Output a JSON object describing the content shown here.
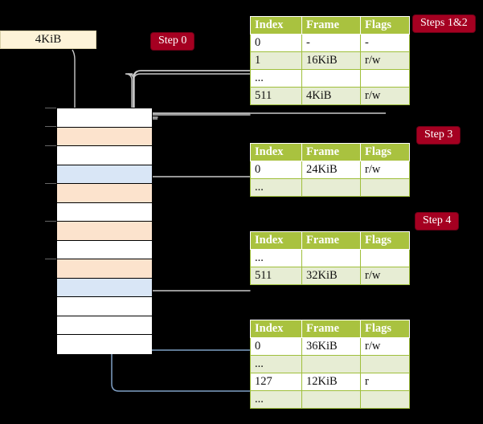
{
  "diagram": {
    "title_free": "",
    "request_box": {
      "label": "4KiB"
    },
    "badges": {
      "step0": "Step 0",
      "steps12": "Steps 1&2",
      "step3": "Step 3",
      "step4": "Step 4"
    },
    "colors": {
      "badge_bg": "#a50021",
      "badge_text": "#ffffff",
      "table_header_bg": "#a9c23f",
      "table_alt_row_bg": "#e7edd4",
      "table_border": "#9fbf3b",
      "highlight_cell_bg": "#fcfbae",
      "request_box_bg": "#fdf3d8",
      "memory_peach": "#fce3cd",
      "memory_blue": "#d9e6f6",
      "wire_gray": "#c9c9c9",
      "wire_blue": "#7f9fc4",
      "background": "#000000"
    },
    "memory": {
      "name": "physical-memory-column",
      "rows": [
        {
          "fill": "white"
        },
        {
          "fill": "peach"
        },
        {
          "fill": "white"
        },
        {
          "fill": "blue"
        },
        {
          "fill": "peach"
        },
        {
          "fill": "white"
        },
        {
          "fill": "peach"
        },
        {
          "fill": "white"
        },
        {
          "fill": "peach"
        },
        {
          "fill": "blue"
        },
        {
          "fill": "white"
        },
        {
          "fill": "white"
        },
        {
          "fill": "white"
        }
      ]
    },
    "tables": [
      {
        "name": "page-table-level-1",
        "columns": [
          "Index",
          "Frame",
          "Flags"
        ],
        "rows": [
          {
            "style": "plain",
            "cells": [
              "0",
              "-",
              "-"
            ],
            "highlight": [
              false,
              false,
              false
            ]
          },
          {
            "style": "alt",
            "cells": [
              "1",
              "16KiB",
              "r/w"
            ],
            "highlight": [
              false,
              false,
              false
            ]
          },
          {
            "style": "plain",
            "cells": [
              "...",
              "",
              ""
            ],
            "highlight": [
              false,
              false,
              false
            ]
          },
          {
            "style": "alt",
            "cells": [
              "511",
              "4KiB",
              "r/w"
            ],
            "highlight": [
              true,
              true,
              true
            ]
          }
        ]
      },
      {
        "name": "page-table-level-2",
        "columns": [
          "Index",
          "Frame",
          "Flags"
        ],
        "rows": [
          {
            "style": "plain",
            "cells": [
              "0",
              "24KiB",
              "r/w"
            ],
            "highlight": [
              false,
              false,
              false
            ]
          },
          {
            "style": "alt",
            "cells": [
              "...",
              "",
              ""
            ],
            "highlight": [
              false,
              false,
              false
            ]
          }
        ]
      },
      {
        "name": "page-table-level-3",
        "columns": [
          "Index",
          "Frame",
          "Flags"
        ],
        "rows": [
          {
            "style": "plain",
            "cells": [
              "...",
              "",
              ""
            ],
            "highlight": [
              false,
              false,
              false
            ]
          },
          {
            "style": "alt",
            "cells": [
              "511",
              "32KiB",
              "r/w"
            ],
            "highlight": [
              false,
              false,
              false
            ]
          }
        ]
      },
      {
        "name": "page-table-level-4",
        "columns": [
          "Index",
          "Frame",
          "Flags"
        ],
        "rows": [
          {
            "style": "plain",
            "cells": [
              "0",
              "36KiB",
              "r/w"
            ],
            "highlight": [
              false,
              false,
              false
            ]
          },
          {
            "style": "alt",
            "cells": [
              "...",
              "",
              ""
            ],
            "highlight": [
              false,
              false,
              false
            ]
          },
          {
            "style": "plain",
            "cells": [
              "127",
              "12KiB",
              "r"
            ],
            "highlight": [
              false,
              false,
              false
            ]
          },
          {
            "style": "alt",
            "cells": [
              "...",
              "",
              ""
            ],
            "highlight": [
              false,
              false,
              false
            ]
          }
        ]
      }
    ]
  }
}
